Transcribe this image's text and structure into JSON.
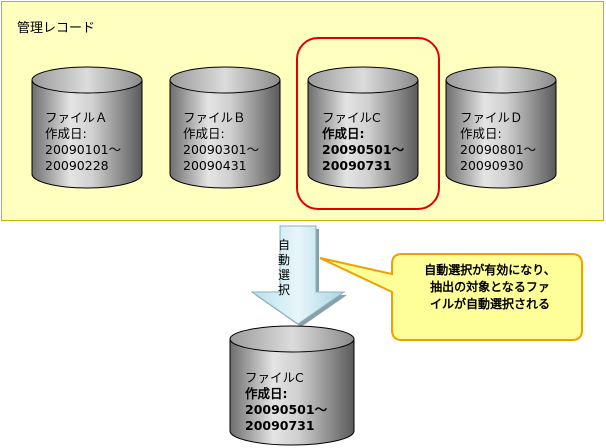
{
  "panel": {
    "title": "管理レコード"
  },
  "files": [
    {
      "name": "ファイルＡ",
      "label": "作成日:",
      "start": "20090101～",
      "end": "20090228",
      "selected": false
    },
    {
      "name": "ファイルＢ",
      "label": "作成日:",
      "start": "20090301～",
      "end": "20090431",
      "selected": false
    },
    {
      "name": "ファイルC",
      "label": "作成日:",
      "start": "20090501～",
      "end": "20090731",
      "selected": true
    },
    {
      "name": "ファイルＤ",
      "label": "作成日:",
      "start": "20090801～",
      "end": "20090930",
      "selected": false
    }
  ],
  "arrow": {
    "chars": [
      "自",
      "動",
      "選",
      "択"
    ]
  },
  "callout": {
    "lines": [
      "自動選択が有効になり、",
      "抽出の対象となるファ",
      "イルが自動選択される"
    ]
  },
  "result": {
    "name": "ファイルC",
    "label": "作成日:",
    "start": "20090501～",
    "end": "20090731"
  },
  "colors": {
    "panel_bg": "#ffffc0",
    "highlight": "#e00000",
    "arrow_fill": "#c0e8f0",
    "callout_fill": "#ffff99",
    "callout_border": "#f0a000"
  }
}
